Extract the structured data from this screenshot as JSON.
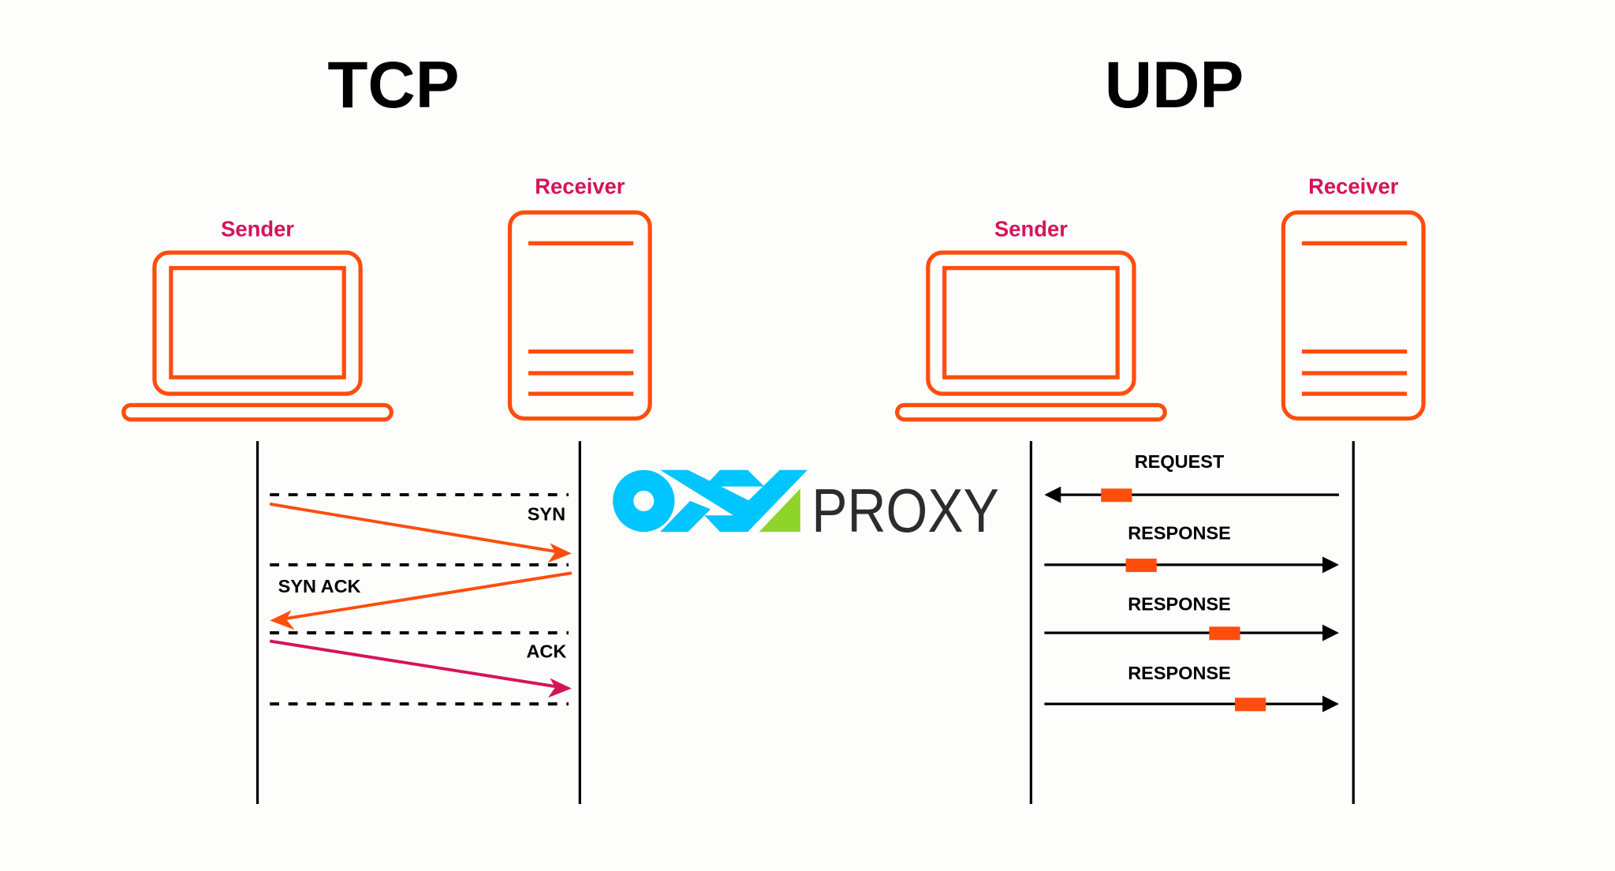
{
  "colors": {
    "device": "#ff4d0d",
    "role": "#d4145a",
    "ack": "#d4145a",
    "logo_blue": "#00c5ff",
    "logo_green": "#8ed42a",
    "logo_text": "#2a2d2e"
  },
  "tcp": {
    "title": "TCP",
    "sender_label": "Sender",
    "receiver_label": "Receiver",
    "messages": [
      {
        "label": "SYN"
      },
      {
        "label": "SYN ACK"
      },
      {
        "label": "ACK"
      }
    ]
  },
  "udp": {
    "title": "UDP",
    "sender_label": "Sender",
    "receiver_label": "Receiver",
    "messages": [
      {
        "label": "REQUEST"
      },
      {
        "label": "RESPONSE"
      },
      {
        "label": "RESPONSE"
      },
      {
        "label": "RESPONSE"
      }
    ]
  },
  "logo": {
    "text": "OXYPROXY",
    "proxy_text": "PROXY"
  }
}
